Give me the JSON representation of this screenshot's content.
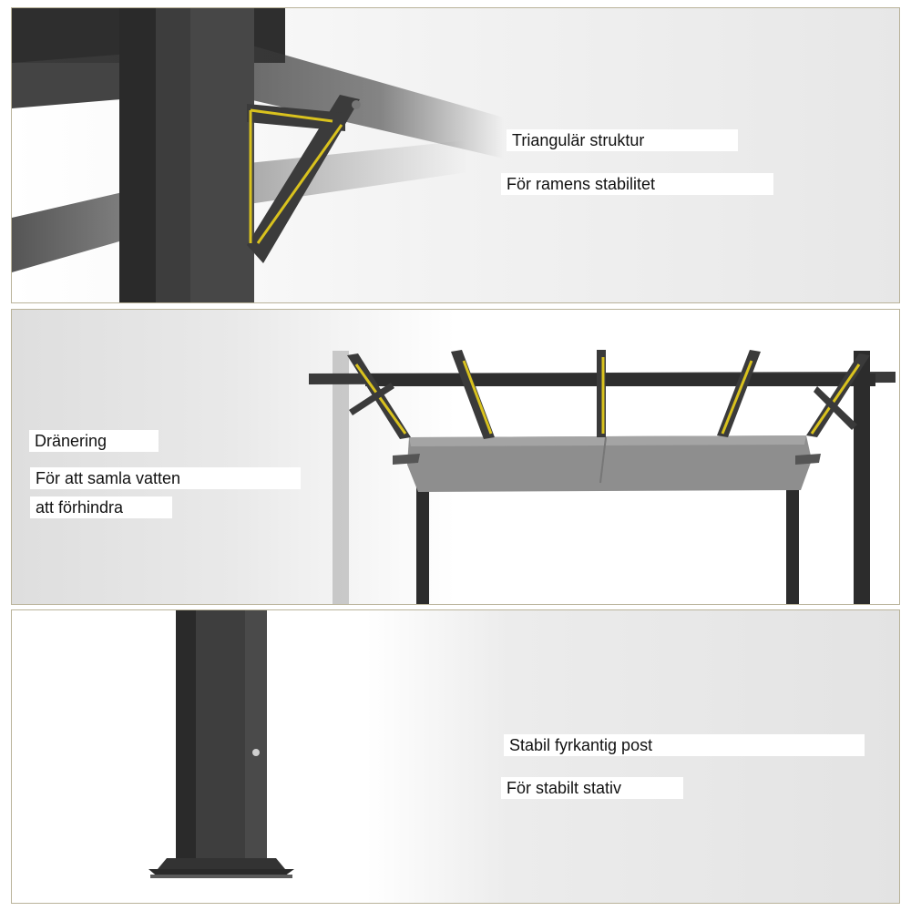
{
  "sections": [
    {
      "heading": "Triangulär struktur",
      "lines": [
        "För ramens stabilitet"
      ]
    },
    {
      "heading": "Dränering",
      "lines": [
        "För att samla vatten",
        "att förhindra"
      ]
    },
    {
      "heading": "Stabil fyrkantig post",
      "lines": [
        "För stabilt stativ"
      ]
    }
  ],
  "colors": {
    "frame": "#3a3a3a",
    "frame_dark": "#262626",
    "highlight": "#d9c21e",
    "canopy": "#8e8e8e",
    "border": "#b9b39a"
  }
}
